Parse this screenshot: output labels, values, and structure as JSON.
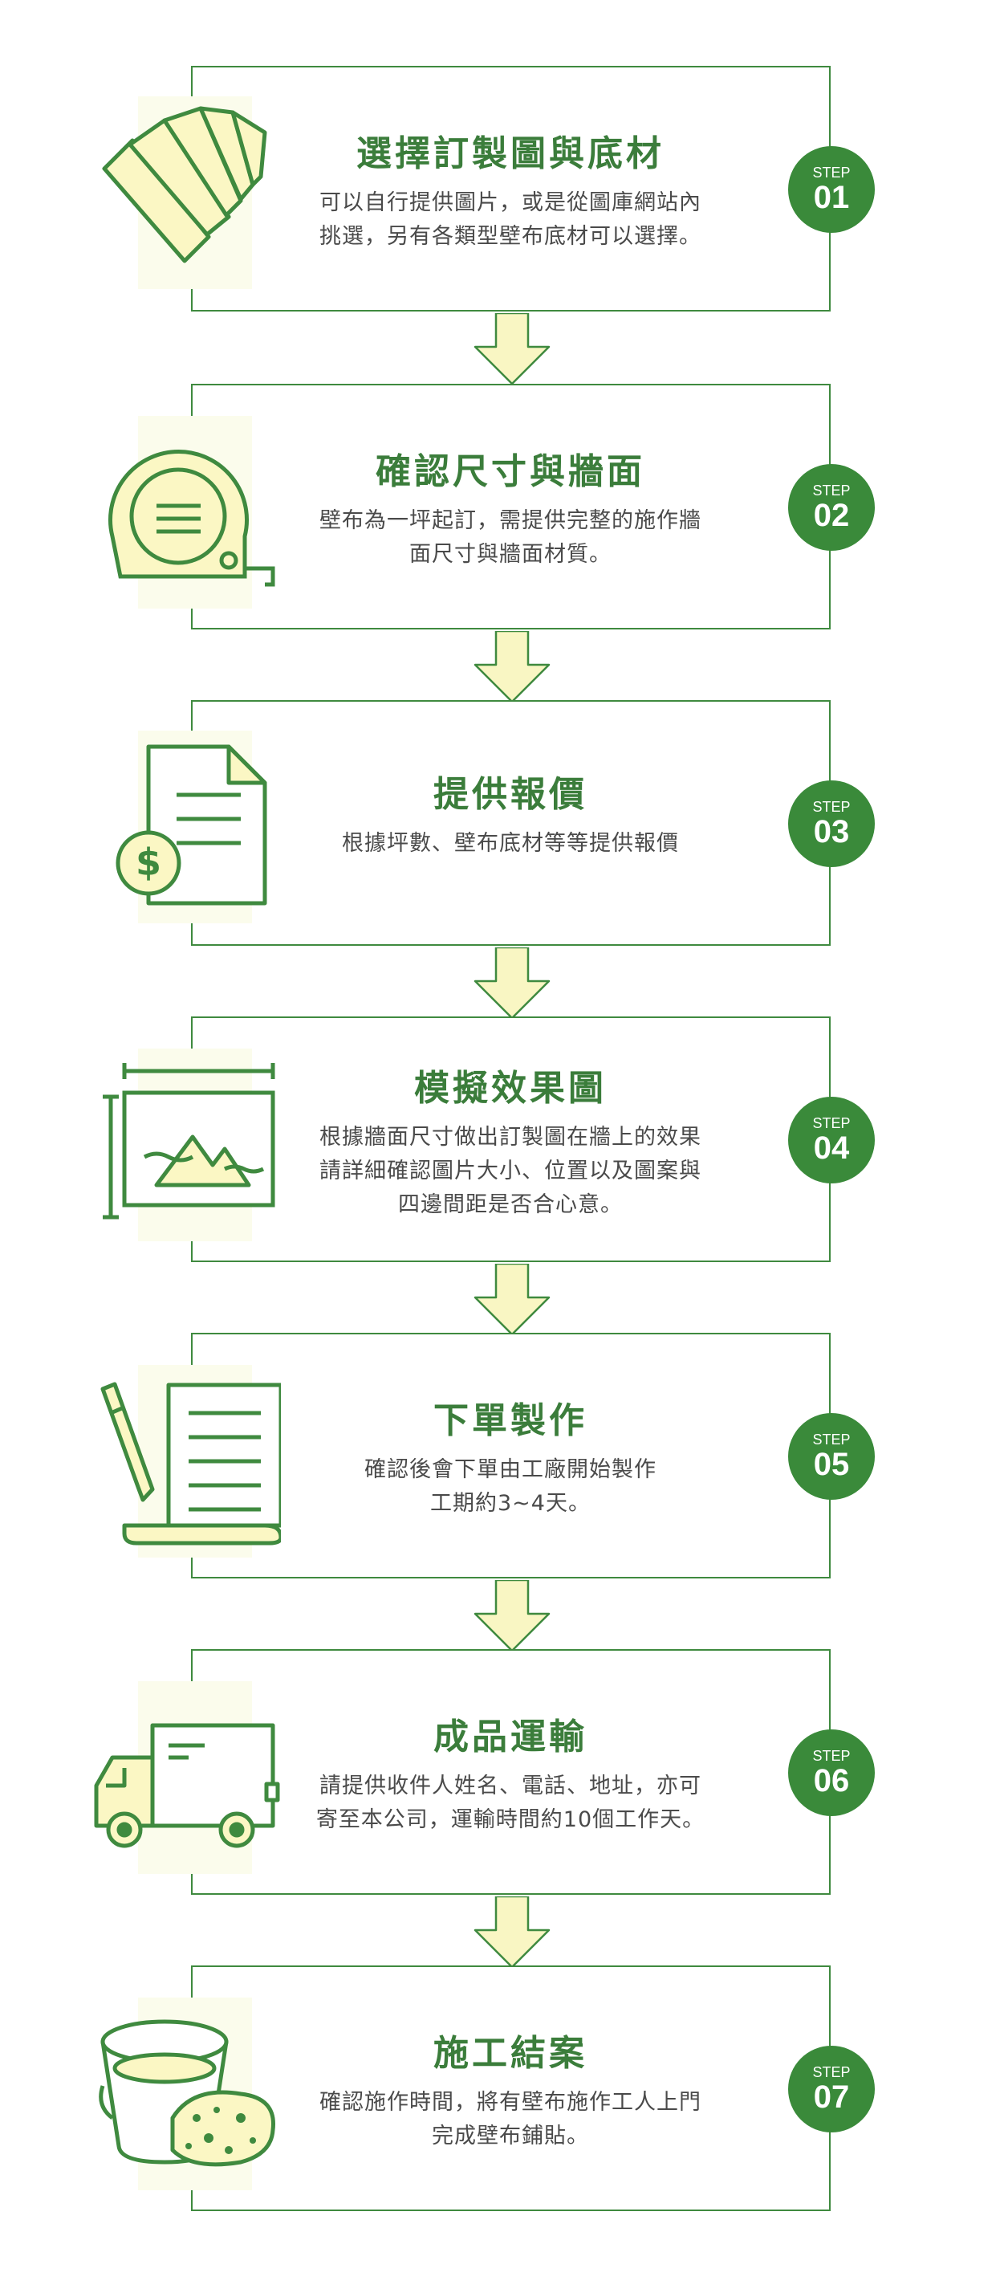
{
  "badge_label": "STEP",
  "colors": {
    "primary_green": "#3a8a3a",
    "border_green": "#3f8a3f",
    "icon_fill_yellow": "#fbf7c4",
    "arrow_fill": "#f9f6c3",
    "text_gray": "#4a4a4a"
  },
  "steps": [
    {
      "num": "01",
      "title": "選擇訂製圖與底材",
      "desc": [
        "可以自行提供圖片，或是從圖庫網站內",
        "挑選，另有各類型壁布底材可以選擇。"
      ],
      "icon": "swatch-fan-icon"
    },
    {
      "num": "02",
      "title": "確認尺寸與牆面",
      "desc": [
        "壁布為一坪起訂，需提供完整的施作牆",
        "面尺寸與牆面材質。"
      ],
      "icon": "tape-measure-icon"
    },
    {
      "num": "03",
      "title": "提供報價",
      "desc": [
        "根據坪數、壁布底材等等提供報價"
      ],
      "icon": "quote-document-icon"
    },
    {
      "num": "04",
      "title": "模擬效果圖",
      "desc": [
        "根據牆面尺寸做出訂製圖在牆上的效果",
        "請詳細確認圖片大小、位置以及圖案與",
        "四邊間距是否合心意。"
      ],
      "icon": "mockup-frame-icon"
    },
    {
      "num": "05",
      "title": "下單製作",
      "desc": [
        "確認後會下單由工廠開始製作",
        "工期約3~4天。"
      ],
      "icon": "order-scroll-pen-icon"
    },
    {
      "num": "06",
      "title": "成品運輸",
      "desc": [
        "請提供收件人姓名、電話、地址，亦可",
        "寄至本公司，運輸時間約10個工作天。"
      ],
      "icon": "delivery-truck-icon"
    },
    {
      "num": "07",
      "title": "施工結案",
      "desc": [
        "確認施作時間，將有壁布施作工人上門",
        "完成壁布鋪貼。"
      ],
      "icon": "bucket-sponge-icon"
    }
  ]
}
